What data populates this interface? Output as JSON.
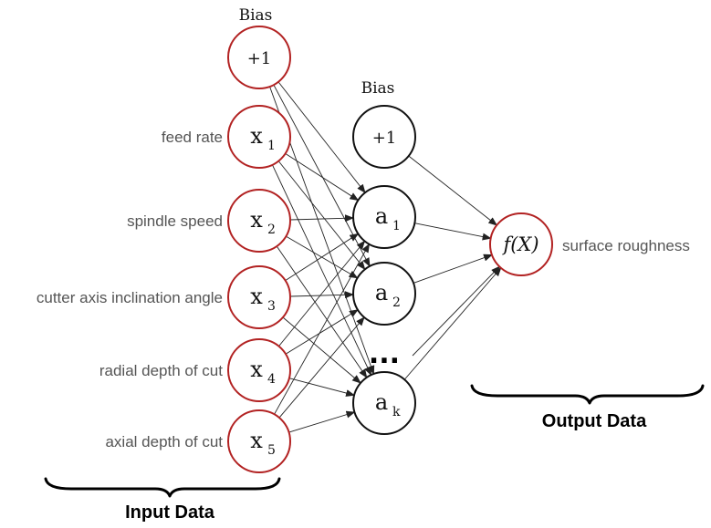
{
  "colors": {
    "input_node_stroke": "#b22222",
    "hidden_node_stroke": "#111111",
    "edge": "#222222"
  },
  "labels": {
    "input_bias": "Bias",
    "hidden_bias": "Bias",
    "input_section": "Input Data",
    "output_section": "Output Data",
    "ellipsis": "..."
  },
  "input_nodes": [
    {
      "id": "bias",
      "symbol": "+1",
      "sub": "",
      "feature": ""
    },
    {
      "id": "x1",
      "symbol": "x",
      "sub": "1",
      "feature": "feed rate"
    },
    {
      "id": "x2",
      "symbol": "x",
      "sub": "2",
      "feature": "spindle speed"
    },
    {
      "id": "x3",
      "symbol": "x",
      "sub": "3",
      "feature": "cutter axis inclination angle"
    },
    {
      "id": "x4",
      "symbol": "x",
      "sub": "4",
      "feature": "radial depth of cut"
    },
    {
      "id": "x5",
      "symbol": "x",
      "sub": "5",
      "feature": "axial depth of cut"
    }
  ],
  "hidden_nodes": [
    {
      "id": "hbias",
      "symbol": "+1",
      "sub": ""
    },
    {
      "id": "a1",
      "symbol": "a",
      "sub": "1"
    },
    {
      "id": "a2",
      "symbol": "a",
      "sub": "2"
    },
    {
      "id": "ak",
      "symbol": "a",
      "sub": "k"
    }
  ],
  "output_node": {
    "id": "out",
    "symbol": "f(X)",
    "label": "surface roughness"
  },
  "edges": {
    "input_to_hidden": [
      [
        "bias",
        "a1"
      ],
      [
        "bias",
        "a2"
      ],
      [
        "bias",
        "ak"
      ],
      [
        "x1",
        "a1"
      ],
      [
        "x1",
        "a2"
      ],
      [
        "x1",
        "ak"
      ],
      [
        "x2",
        "a1"
      ],
      [
        "x2",
        "a2"
      ],
      [
        "x2",
        "ak"
      ],
      [
        "x3",
        "a1"
      ],
      [
        "x3",
        "a2"
      ],
      [
        "x3",
        "ak"
      ],
      [
        "x4",
        "a1"
      ],
      [
        "x4",
        "a2"
      ],
      [
        "x4",
        "ak"
      ],
      [
        "x5",
        "a1"
      ],
      [
        "x5",
        "a2"
      ],
      [
        "x5",
        "ak"
      ]
    ],
    "hidden_to_output": [
      [
        "hbias",
        "out"
      ],
      [
        "a1",
        "out"
      ],
      [
        "a2",
        "out"
      ],
      [
        "ellipsis",
        "out"
      ],
      [
        "ak",
        "out"
      ]
    ]
  }
}
